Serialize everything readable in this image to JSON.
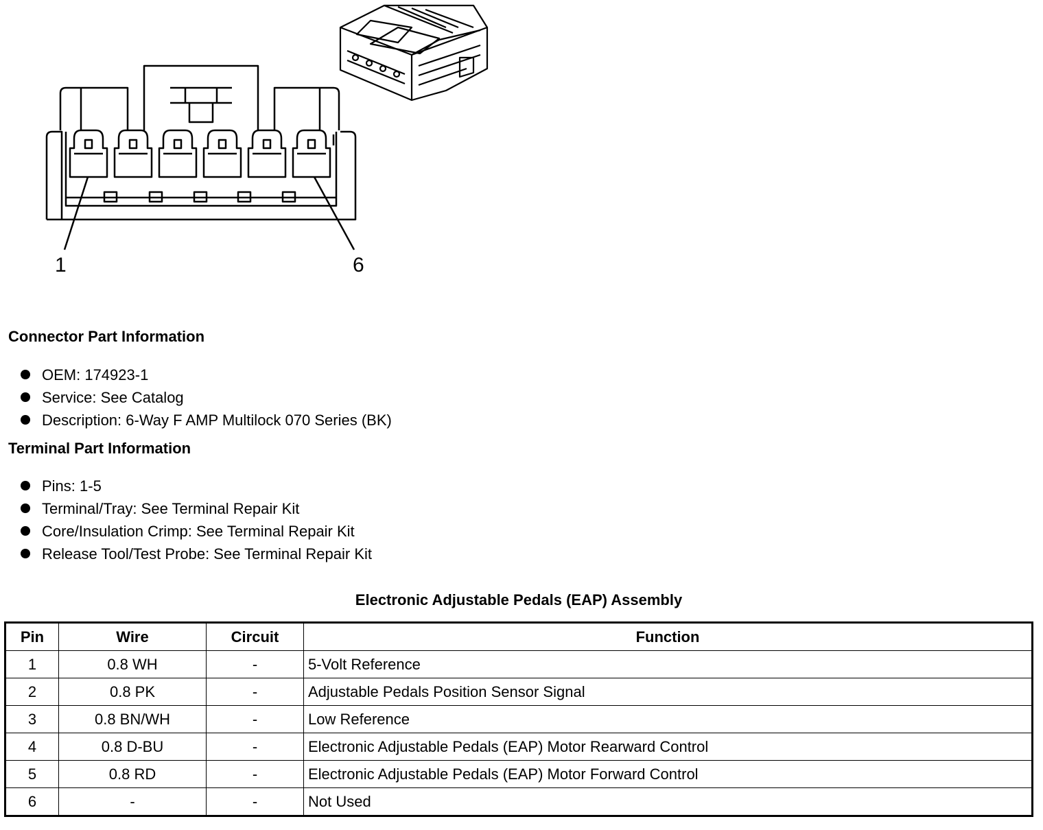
{
  "diagram": {
    "pin_labels": [
      "1",
      "6"
    ],
    "cavity_count": 6
  },
  "connector_info": {
    "heading": "Connector Part Information",
    "items": [
      "OEM: 174923-1",
      "Service: See Catalog",
      "Description: 6-Way F AMP Multilock 070 Series (BK)"
    ]
  },
  "terminal_info": {
    "heading": "Terminal Part Information",
    "items": [
      "Pins: 1-5",
      "Terminal/Tray: See Terminal Repair Kit",
      "Core/Insulation Crimp: See Terminal Repair Kit",
      "Release Tool/Test Probe: See Terminal Repair Kit"
    ]
  },
  "table": {
    "title": "Electronic Adjustable Pedals (EAP) Assembly",
    "headers": [
      "Pin",
      "Wire",
      "Circuit",
      "Function"
    ],
    "rows": [
      [
        "1",
        "0.8 WH",
        "-",
        "5-Volt Reference"
      ],
      [
        "2",
        "0.8 PK",
        "-",
        "Adjustable Pedals Position Sensor Signal"
      ],
      [
        "3",
        "0.8 BN/WH",
        "-",
        "Low Reference"
      ],
      [
        "4",
        "0.8 D-BU",
        "-",
        "Electronic Adjustable Pedals (EAP) Motor Rearward Control"
      ],
      [
        "5",
        "0.8 RD",
        "-",
        "Electronic Adjustable Pedals (EAP) Motor Forward Control"
      ],
      [
        "6",
        "-",
        "-",
        "Not Used"
      ]
    ]
  }
}
